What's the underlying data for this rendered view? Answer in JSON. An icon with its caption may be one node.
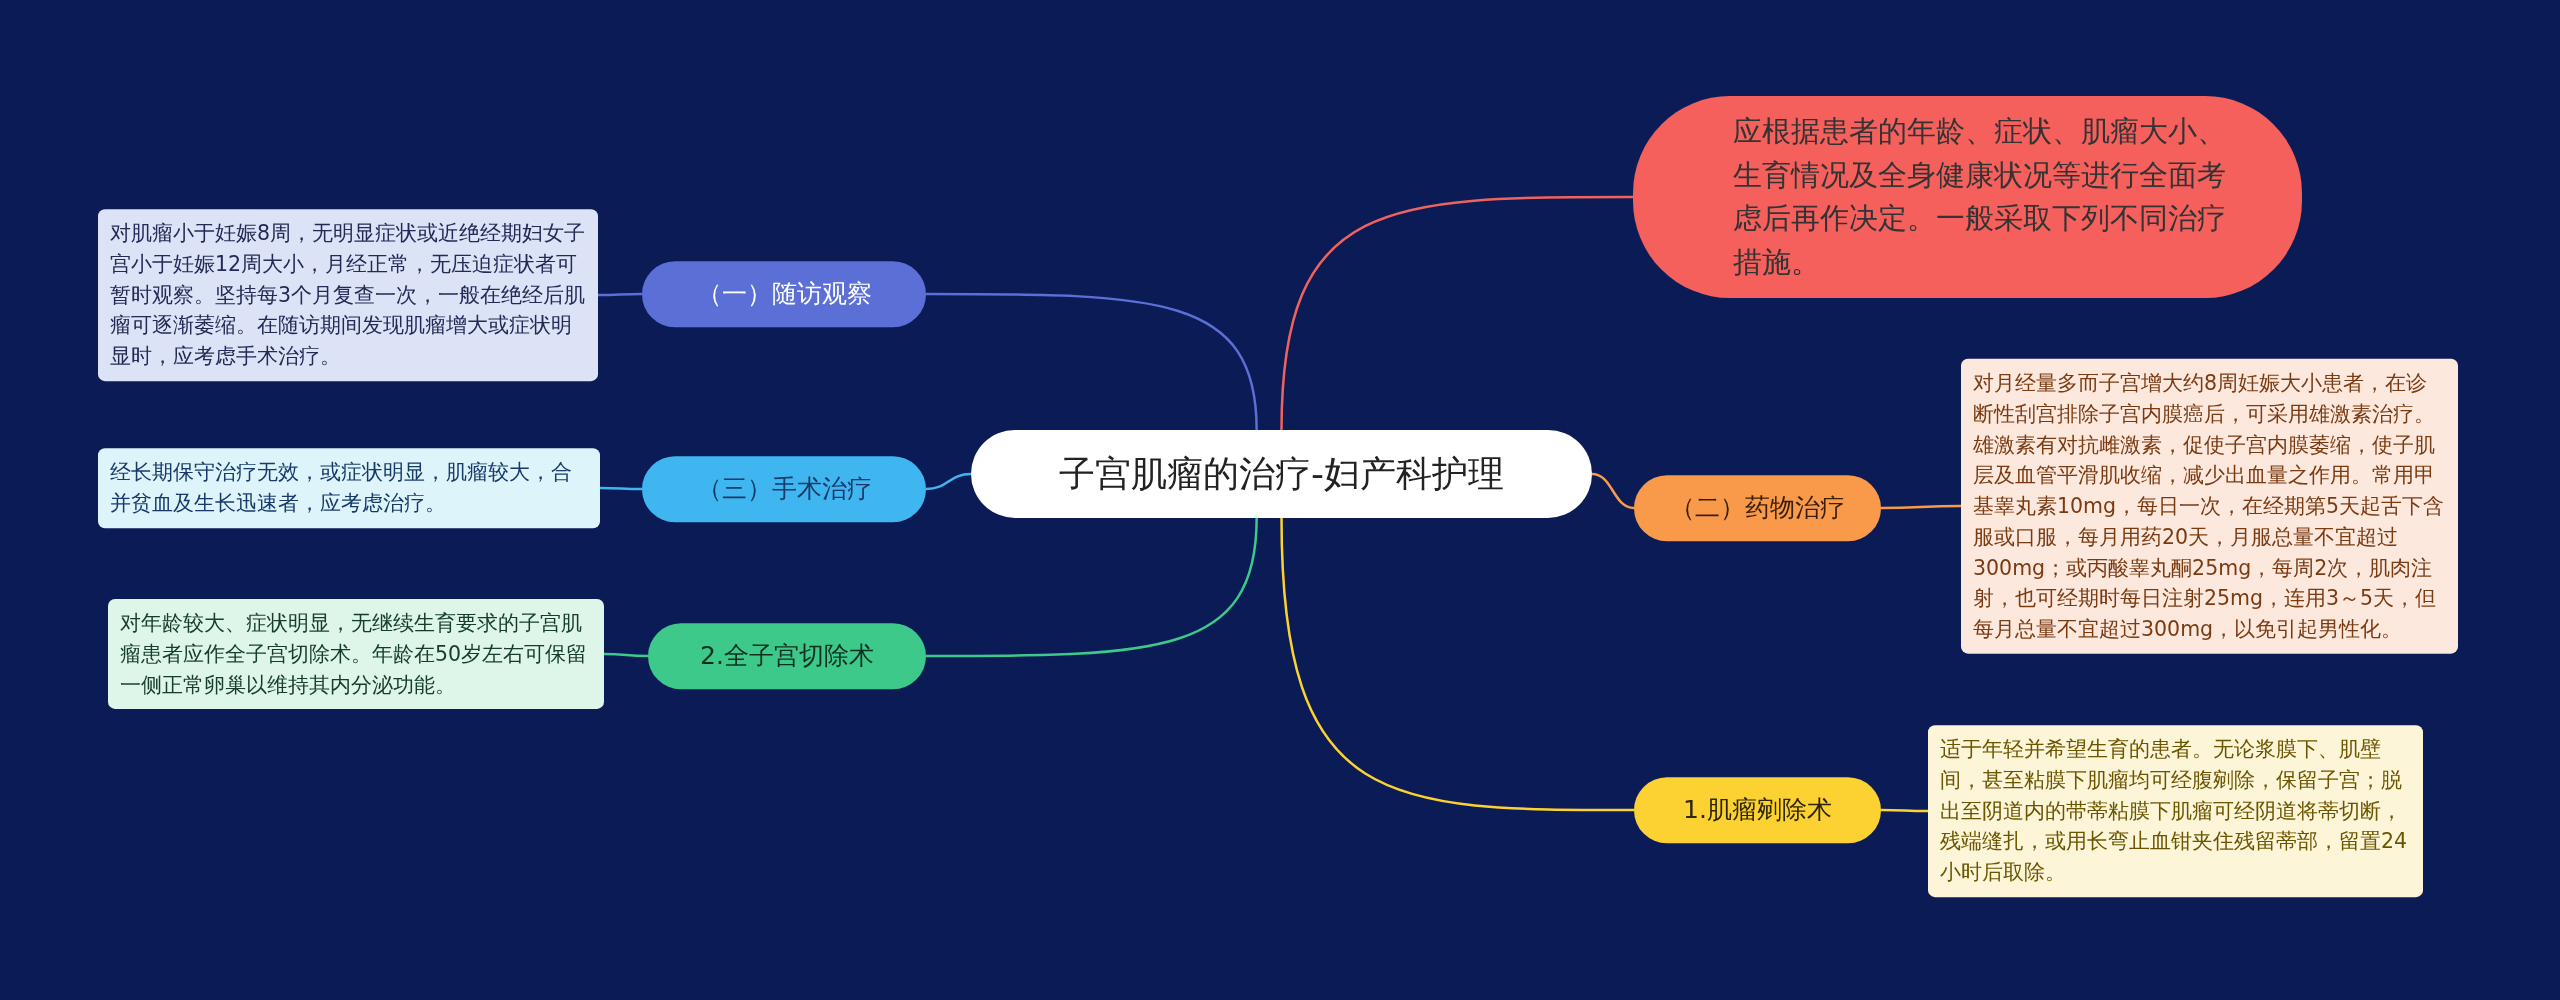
{
  "diagram": {
    "nodes": [
      {
        "text": [
          "子宫肌瘤的治疗-妇产科护理"
        ]
      },
      {
        "text": [
          "应根据患者的年龄、症状、肌瘤大小、生育情况及全身健康状况等进行全面考虑后再作决定。一般采取下列不同治疗措施。"
        ]
      },
      {
        "text": [
          "（一）随访观察"
        ]
      },
      {
        "text": [
          "对肌瘤小于妊娠8周，无明显症状或近绝经期妇女子宫小于妊娠12周大小，月经正常，无压迫症状者可暂时观察。坚持每3个月复查一次，一般在绝经后肌瘤可逐渐萎缩。在随访期间发现肌瘤增大或症状明显时，应考虑手术治疗。"
        ]
      },
      {
        "text": [
          "（三）手术治疗"
        ]
      },
      {
        "text": [
          "经长期保守治疗无效，或症状明显，肌瘤较大，合并贫血及生长迅速者，应考虑治疗。"
        ]
      },
      {
        "text": [
          "2.全子宫切除术"
        ]
      },
      {
        "text": [
          "对年龄较大、症状明显，无继续生育要求的子宫肌瘤患者应作全子宫切除术。年龄在50岁左右可保留一侧正常卵巢以维持其内分泌功能。"
        ]
      },
      {
        "text": [
          "（二）药物治疗"
        ]
      },
      {
        "text": [
          "对月经量多而子宫增大约8周妊娠大小患者，在诊断性刮宫排除子宫内膜癌后，可采用雄激素治疗。雄激素有对抗雌激素，促使子宫内膜萎缩，使子肌层及血管平滑肌收缩，减少出血量之作用。常用甲基睾丸素10mg，每日一次，在经期第5天起舌下含服或口服，每月用药20天，月服总量不宜超过300mg；或丙酸睾丸酮25mg，每周2次，肌肉注射，也可经期时每日注射25mg，连用3～5天，但每月总量不宜超过300mg，以免引起男性化。"
        ]
      },
      {
        "text": [
          "1.肌瘤剜除术"
        ]
      },
      {
        "text": [
          "适于年轻并希望生育的患者。无论浆膜下、肌壁间，甚至粘膜下肌瘤均可经腹剜除，保留子宫；脱出至阴道内的带蒂粘膜下肌瘤可经阴道将蒂切断，残端缝扎，或用长弯止血钳夹住残留蒂部，留置24小时后取除。"
        ]
      }
    ],
    "edges": [
      {
        "from": 0,
        "to": 1,
        "arrow": "none",
        "color": "#f0625e"
      },
      {
        "from": 0,
        "to": 2,
        "arrow": "none",
        "color": "#5b6fd6"
      },
      {
        "from": 2,
        "to": 3,
        "arrow": "none",
        "color": "#5b6fd6"
      },
      {
        "from": 0,
        "to": 4,
        "arrow": "none",
        "color": "#3fb6f0"
      },
      {
        "from": 4,
        "to": 5,
        "arrow": "none",
        "color": "#3fb6f0"
      },
      {
        "from": 0,
        "to": 6,
        "arrow": "none",
        "color": "#3cc98a"
      },
      {
        "from": 6,
        "to": 7,
        "arrow": "none",
        "color": "#3cc98a"
      },
      {
        "from": 0,
        "to": 8,
        "arrow": "none",
        "color": "#f99a4b"
      },
      {
        "from": 8,
        "to": 9,
        "arrow": "none",
        "color": "#f99a4b"
      },
      {
        "from": 0,
        "to": 10,
        "arrow": "none",
        "color": "#fcd232"
      },
      {
        "from": 10,
        "to": 11,
        "arrow": "none",
        "color": "#fcd232"
      }
    ]
  }
}
